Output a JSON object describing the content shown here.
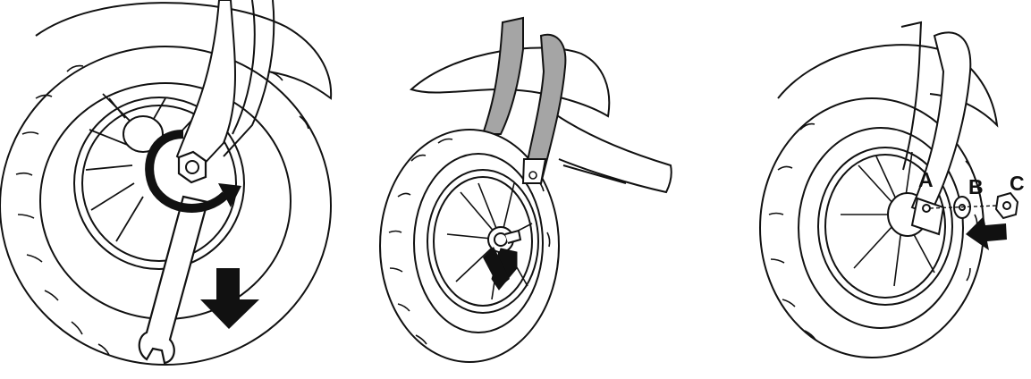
{
  "diagram": {
    "colors": {
      "stroke": "#111111",
      "fork_gray": "#a5a5a5",
      "arrow": "#111111",
      "background": "#ffffff"
    },
    "panels": [
      {
        "id": "loosen-axle-nut",
        "icons": [
          "wrench-icon",
          "counterclockwise-rotation-arrow-icon",
          "down-arrow-icon"
        ]
      },
      {
        "id": "insert-axle",
        "icons": [
          "up-right-arrow-icon"
        ]
      },
      {
        "id": "fasten-washer-and-nut",
        "icons": [
          "left-arrow-icon"
        ],
        "part_labels": {
          "a": "A",
          "b": "B",
          "c": "C"
        }
      }
    ]
  }
}
